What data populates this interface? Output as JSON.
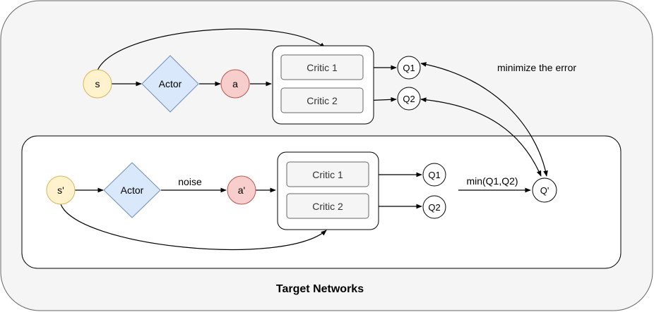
{
  "diagram": {
    "footer_label": "Target Networks",
    "annotation": "minimize the error",
    "min_label": "min(Q1,Q2)",
    "noise_label": "noise",
    "online": {
      "state": "s",
      "actor": "Actor",
      "action": "a",
      "critic_1": "Critic 1",
      "critic_2": "Critic 2",
      "q1": "Q1",
      "q2": "Q2"
    },
    "target": {
      "state": "s'",
      "actor": "Actor",
      "action": "a'",
      "critic_1": "Critic 1",
      "critic_2": "Critic 2",
      "q1": "Q1",
      "q2": "Q2",
      "q_prime": "Q'"
    },
    "colors": {
      "outer_bg": "#f5f5f5",
      "state_fill": "#fff2cc",
      "state_stroke": "#d6b656",
      "actor_fill": "#dae8fc",
      "actor_stroke": "#6c8ebf",
      "action_fill": "#f8cecc",
      "action_stroke": "#b85450",
      "critic_fill": "#f5f5f5",
      "critic_stroke": "#666666"
    }
  }
}
